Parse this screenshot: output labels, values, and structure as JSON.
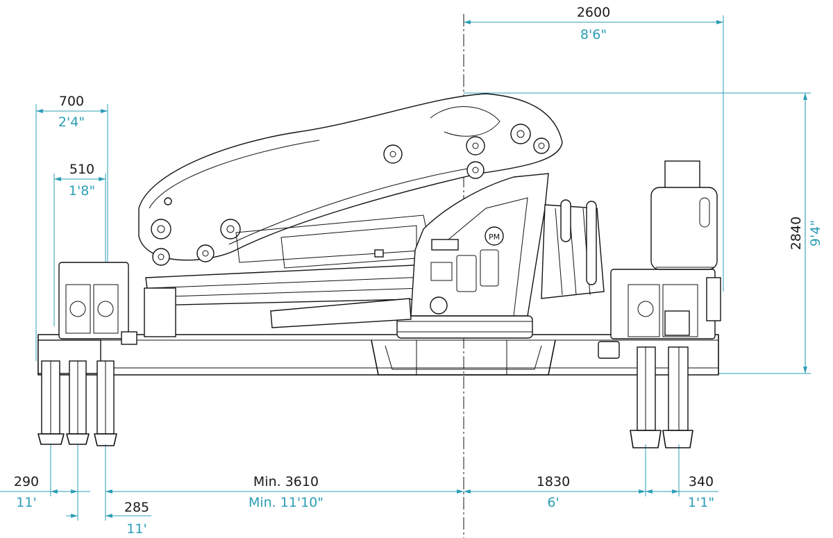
{
  "dimensions": {
    "top_width": {
      "metric": "2600",
      "imperial": "8'6\""
    },
    "left_outer": {
      "metric": "700",
      "imperial": "2'4\""
    },
    "left_inner": {
      "metric": "510",
      "imperial": "1'8\""
    },
    "height": {
      "metric": "2840",
      "imperial": "9'4\""
    },
    "bottom_left": {
      "metric": "290",
      "imperial": "11'"
    },
    "bottom_left_small": {
      "metric": "285",
      "imperial": "11'"
    },
    "bottom_span": {
      "metric": "Min. 3610",
      "imperial": "Min. 11'10\""
    },
    "bottom_right": {
      "metric": "1830",
      "imperial": "6'"
    },
    "bottom_far_right": {
      "metric": "340",
      "imperial": "1'1\""
    }
  },
  "colors": {
    "dimension": "#2a9db5",
    "ink": "#111111"
  },
  "logo_text": "PM"
}
